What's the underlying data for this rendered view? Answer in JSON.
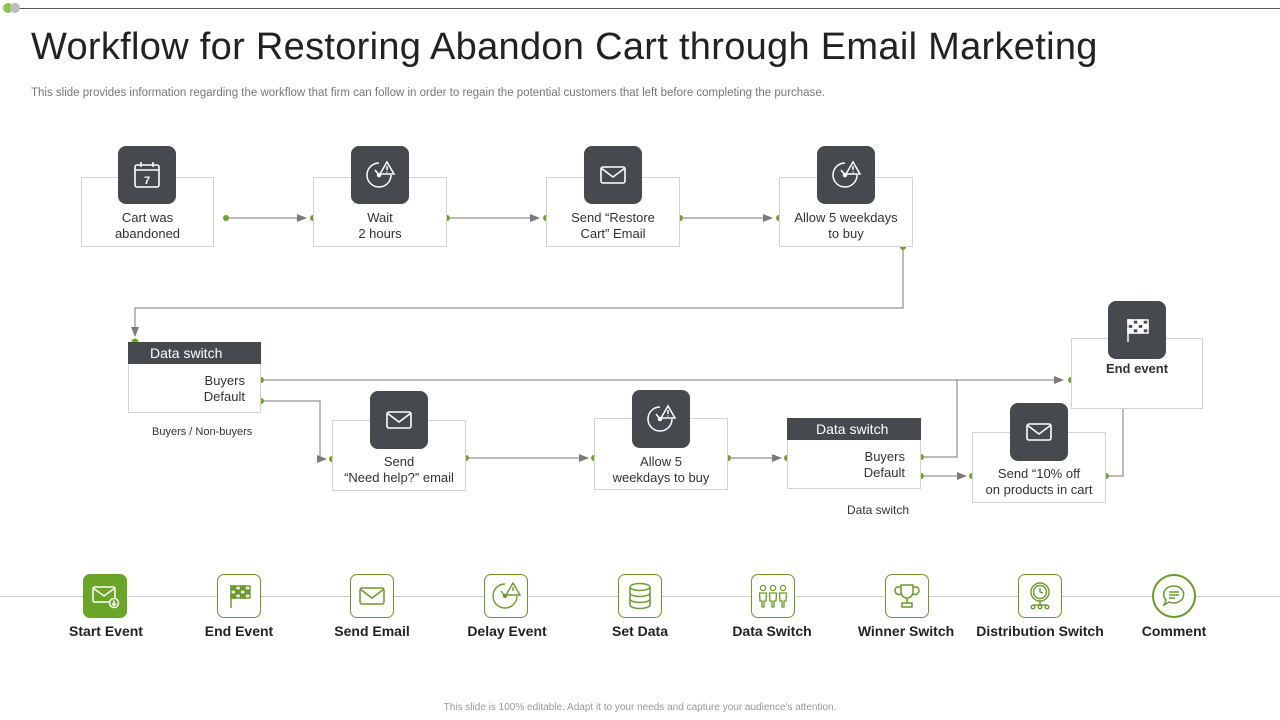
{
  "title": "Workflow for Restoring Abandon Cart through Email Marketing",
  "subtitle": "This slide provides information regarding the workflow that firm can follow in order to regain the potential customers that left before completing the purchase.",
  "accent_color": "#6aa527",
  "tile_color": "#464a4e",
  "nodes": {
    "cart": {
      "line1": "Cart was",
      "line2": "abandoned",
      "icon": "calendar-icon",
      "icon_text": "7"
    },
    "wait": {
      "line1": "Wait",
      "line2": "2 hours",
      "icon": "timer-alert-icon"
    },
    "restore": {
      "line1": "Send “Restore",
      "line2": "Cart” Email",
      "icon": "envelope-icon"
    },
    "allow1": {
      "line1": "Allow 5 weekdays",
      "line2": "to buy",
      "icon": "timer-alert-icon"
    },
    "switch1": {
      "header": "Data switch",
      "line1": "Buyers",
      "line2": "Default",
      "caption": "Buyers / Non-buyers"
    },
    "help": {
      "line1": "Send",
      "line2": "“Need  help?” email",
      "icon": "envelope-icon"
    },
    "allow2": {
      "line1": "Allow 5",
      "line2": "weekdays to buy",
      "icon": "timer-alert-icon"
    },
    "switch2": {
      "header": "Data switch",
      "line1": "Buyers",
      "line2": "Default",
      "caption": "Data switch"
    },
    "offer": {
      "line1": "Send “10% off",
      "line2": "on products in cart",
      "icon": "envelope-icon"
    },
    "end": {
      "label": "End event",
      "icon": "checkered-flag-icon"
    }
  },
  "legend": [
    {
      "label": "Start Event",
      "icon": "envelope-download-icon"
    },
    {
      "label": "End Event",
      "icon": "checkered-flag-icon"
    },
    {
      "label": "Send Email",
      "icon": "envelope-icon"
    },
    {
      "label": "Delay Event",
      "icon": "timer-alert-icon"
    },
    {
      "label": "Set Data",
      "icon": "database-icon"
    },
    {
      "label": "Data Switch",
      "icon": "people-icon"
    },
    {
      "label": "Winner Switch",
      "icon": "trophy-icon"
    },
    {
      "label": "Distribution Switch",
      "icon": "clock-network-icon"
    },
    {
      "label": "Comment",
      "icon": "comment-icon"
    }
  ],
  "footer": "This slide is 100% editable. Adapt it to your needs and capture your audience's attention."
}
